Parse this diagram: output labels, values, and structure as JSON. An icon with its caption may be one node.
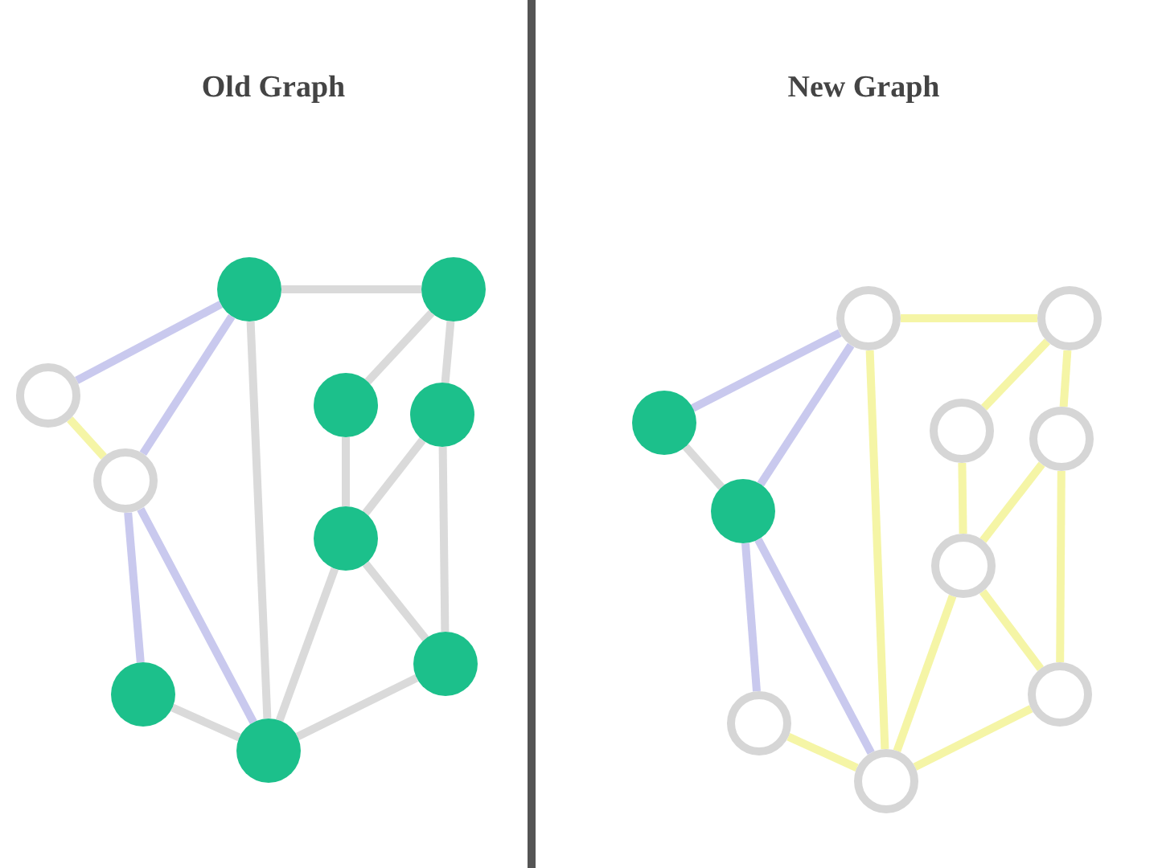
{
  "diagram": {
    "nodes": [
      {
        "text": [],
        "shape": "circle"
      },
      {
        "text": [],
        "shape": "circle"
      },
      {
        "text": [],
        "shape": "ring"
      },
      {
        "text": [],
        "shape": "circle"
      },
      {
        "text": [],
        "shape": "circle"
      },
      {
        "text": [],
        "shape": "ring"
      },
      {
        "text": [],
        "shape": "circle"
      },
      {
        "text": [],
        "shape": "circle"
      },
      {
        "text": [],
        "shape": "circle"
      },
      {
        "text": [],
        "shape": "circle"
      },
      {
        "text": [],
        "shape": "ring"
      },
      {
        "text": [],
        "shape": "ring"
      },
      {
        "text": [],
        "shape": "circle"
      },
      {
        "text": [],
        "shape": "ring"
      },
      {
        "text": [],
        "shape": "ring"
      },
      {
        "text": [],
        "shape": "circle"
      },
      {
        "text": [],
        "shape": "ring"
      },
      {
        "text": [],
        "shape": "ring"
      },
      {
        "text": [],
        "shape": "ring"
      },
      {
        "text": [],
        "shape": "ring"
      }
    ],
    "edges": [
      {
        "from": 2,
        "to": 0,
        "arrow": "none",
        "color": "#c9c9ee"
      },
      {
        "from": 2,
        "to": 5,
        "arrow": "none",
        "color": "#f5f5a6"
      },
      {
        "from": 5,
        "to": 0,
        "arrow": "none",
        "color": "#c9c9ee"
      },
      {
        "from": 0,
        "to": 1,
        "arrow": "none"
      },
      {
        "from": 0,
        "to": 9,
        "arrow": "none"
      },
      {
        "from": 1,
        "to": 3,
        "arrow": "none"
      },
      {
        "from": 1,
        "to": 4,
        "arrow": "none"
      },
      {
        "from": 3,
        "to": 6,
        "arrow": "none"
      },
      {
        "from": 4,
        "to": 6,
        "arrow": "none"
      },
      {
        "from": 4,
        "to": 7,
        "arrow": "none"
      },
      {
        "from": 6,
        "to": 7,
        "arrow": "none"
      },
      {
        "from": 6,
        "to": 9,
        "arrow": "none"
      },
      {
        "from": 5,
        "to": 8,
        "arrow": "none",
        "color": "#c9c9ee"
      },
      {
        "from": 5,
        "to": 9,
        "arrow": "none",
        "color": "#c9c9ee"
      },
      {
        "from": 8,
        "to": 9,
        "arrow": "none"
      },
      {
        "from": 9,
        "to": 7,
        "arrow": "none"
      },
      {
        "from": 12,
        "to": 10,
        "arrow": "none",
        "color": "#c9c9ee"
      },
      {
        "from": 12,
        "to": 15,
        "arrow": "none"
      },
      {
        "from": 15,
        "to": 10,
        "arrow": "none",
        "color": "#c9c9ee"
      },
      {
        "from": 10,
        "to": 11,
        "arrow": "none",
        "color": "#f5f5a6"
      },
      {
        "from": 10,
        "to": 19,
        "arrow": "none",
        "color": "#f5f5a6"
      },
      {
        "from": 11,
        "to": 13,
        "arrow": "none",
        "color": "#f5f5a6"
      },
      {
        "from": 11,
        "to": 14,
        "arrow": "none",
        "color": "#f5f5a6"
      },
      {
        "from": 13,
        "to": 16,
        "arrow": "none",
        "color": "#f5f5a6"
      },
      {
        "from": 14,
        "to": 16,
        "arrow": "none",
        "color": "#f5f5a6"
      },
      {
        "from": 14,
        "to": 17,
        "arrow": "none",
        "color": "#f5f5a6"
      },
      {
        "from": 16,
        "to": 17,
        "arrow": "none",
        "color": "#f5f5a6"
      },
      {
        "from": 16,
        "to": 19,
        "arrow": "none",
        "color": "#f5f5a6"
      },
      {
        "from": 15,
        "to": 18,
        "arrow": "none",
        "color": "#c9c9ee"
      },
      {
        "from": 15,
        "to": 19,
        "arrow": "none",
        "color": "#c9c9ee"
      },
      {
        "from": 18,
        "to": 19,
        "arrow": "none",
        "color": "#f5f5a6"
      },
      {
        "from": 19,
        "to": 17,
        "arrow": "none",
        "color": "#f5f5a6"
      }
    ],
    "labels": [
      "Old Graph",
      "New Graph"
    ]
  }
}
